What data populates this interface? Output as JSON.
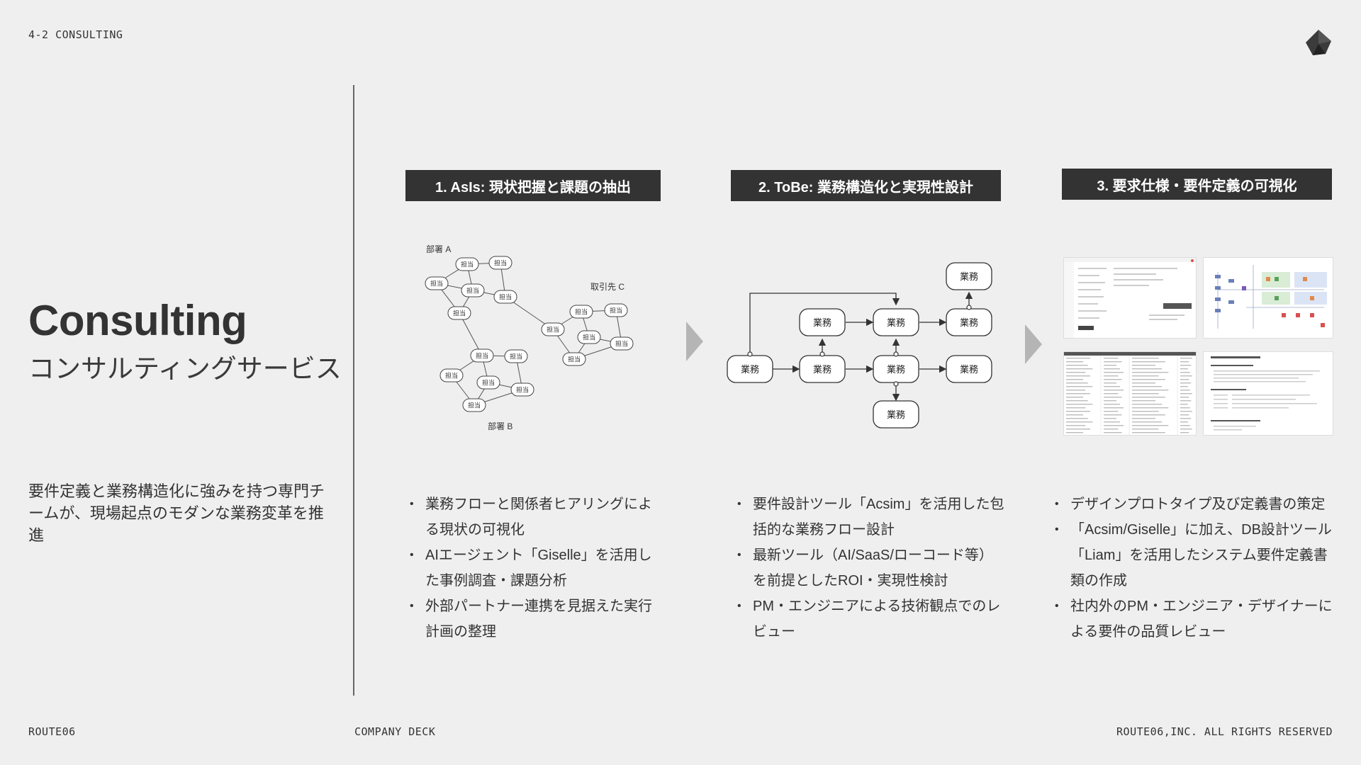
{
  "header": {
    "section_label": "4-2 CONSULTING"
  },
  "hero": {
    "title": "Consulting",
    "subtitle": "コンサルティングサービス",
    "description": "要件定義と業務構造化に強みを持つ専門チームが、現場起点のモダンな業務変革を推進"
  },
  "steps": [
    {
      "title": "1. AsIs: 現状把握と課題の抽出",
      "diagram": {
        "dept_a": "部署 A",
        "dept_b": "部署 B",
        "partner_c": "取引先 C",
        "node_label": "担当"
      },
      "bullets": [
        "業務フローと関係者ヒアリングによる現状の可視化",
        "AIエージェント「Giselle」を活用した事例調査・課題分析",
        "外部パートナー連携を見据えた実行計画の整理"
      ]
    },
    {
      "title": "2. ToBe: 業務構造化と実現性設計",
      "diagram": {
        "node_label": "業務"
      },
      "bullets": [
        "要件設計ツール「Acsim」を活用した包括的な業務フロー設計",
        "最新ツール（AI/SaaS/ローコード等）を前提としたROI・実現性検討",
        "PM・エンジニアによる技術観点でのレビュー"
      ]
    },
    {
      "title": "3. 要求仕様・要件定義の可視化",
      "bullets": [
        "デザインプロトタイプ及び定義書の策定",
        "「Acsim/Giselle」に加え、DB設計ツール「Liam」を活用したシステム要件定義書類の作成",
        "社内外のPM・エンジニア・デザイナーによる要件の品質レビュー"
      ]
    }
  ],
  "footer": {
    "left": "ROUTE06",
    "center": "COMPANY DECK",
    "right": "ROUTE06,INC. ALL RIGHTS RESERVED"
  }
}
